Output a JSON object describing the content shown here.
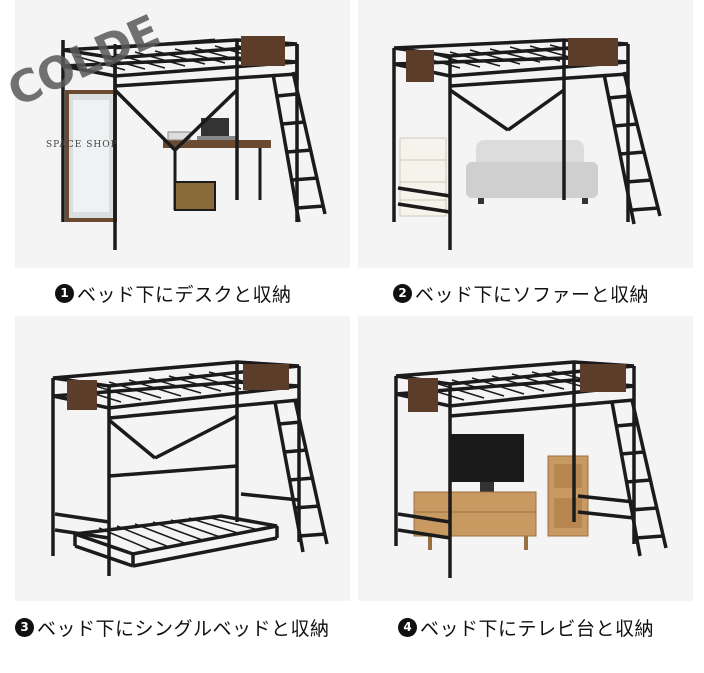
{
  "logo": {
    "brand": "COLDE",
    "subtitle": "SPACE SHOP"
  },
  "panels": [
    {
      "number": "1",
      "caption": "ベッド下にデスクと収納"
    },
    {
      "number": "2",
      "caption": "ベッド下にソファーと収納"
    },
    {
      "number": "3",
      "caption": "ベッド下にシングルベッドと収納"
    },
    {
      "number": "4",
      "caption": "ベッド下にテレビ台と収納"
    }
  ],
  "colors": {
    "frame": "#1b1b1b",
    "wood": "#5b3d2a",
    "panel_bg": "#f4f4f4"
  }
}
